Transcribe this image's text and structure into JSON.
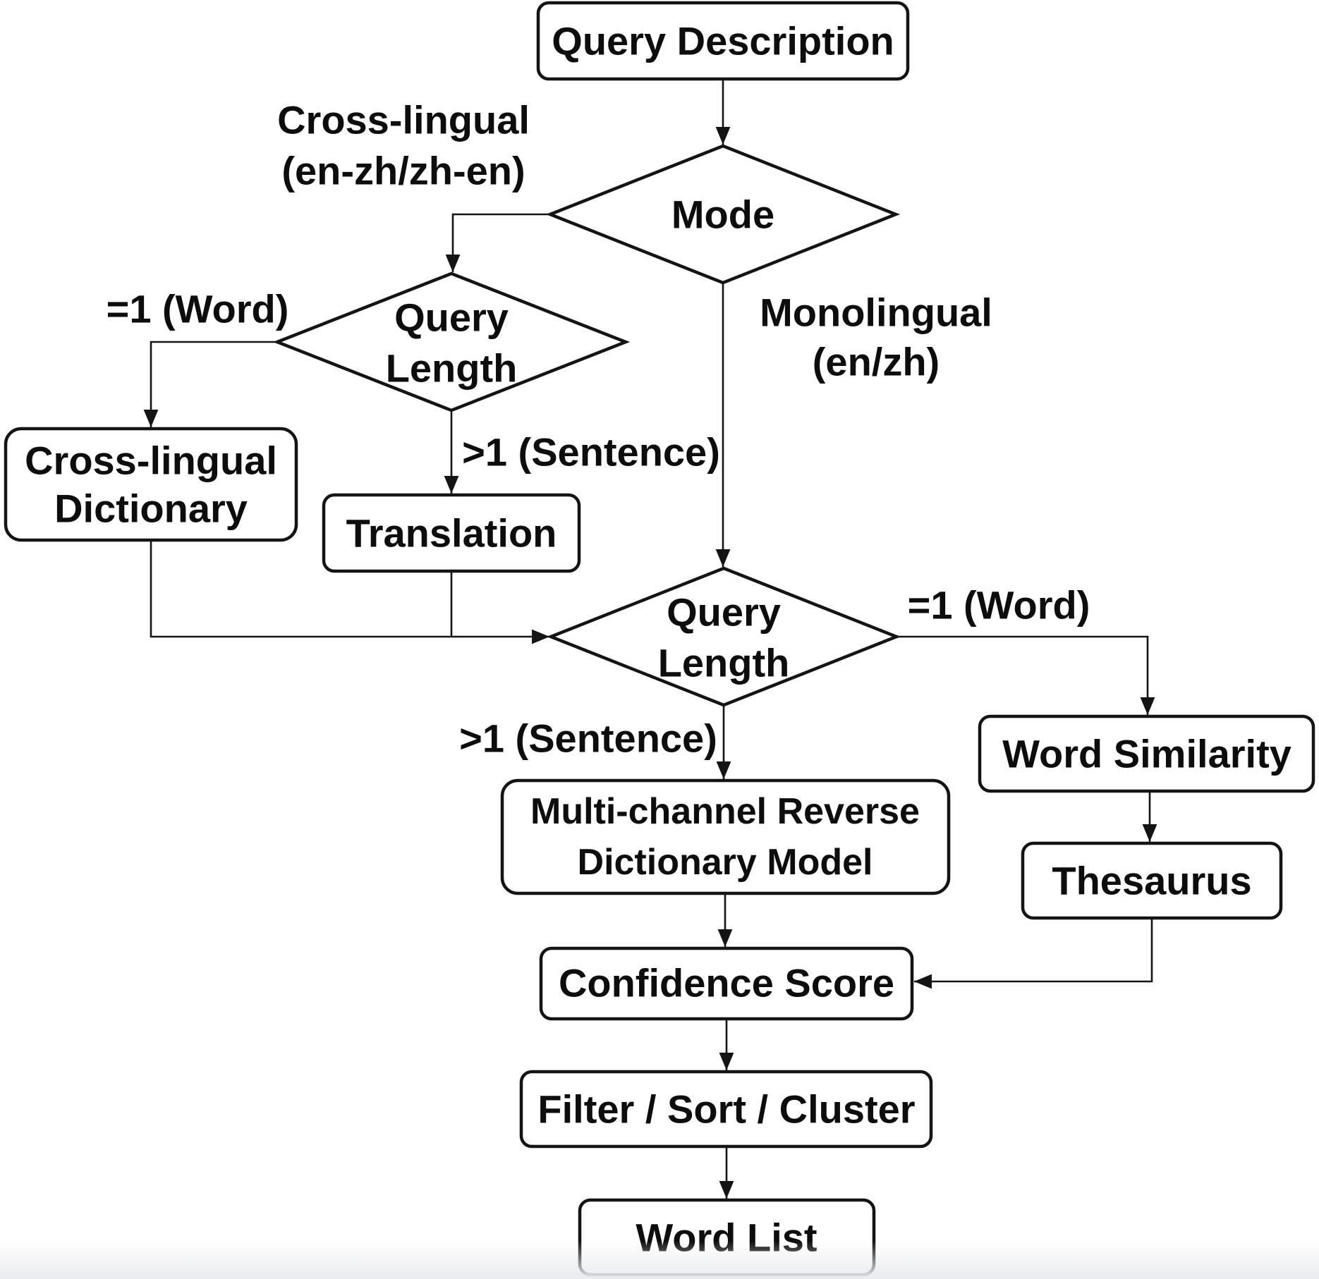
{
  "colors": {
    "background": "#ffffff",
    "line": "#141414",
    "node_fill": "#ffffff",
    "text": "#0d0d0d"
  },
  "nodes": {
    "query_description": {
      "label": "Query Description",
      "shape": "rounded-rect"
    },
    "mode": {
      "label": "Mode",
      "shape": "diamond"
    },
    "query_length_cross": {
      "line1": "Query",
      "line2": "Length",
      "shape": "diamond"
    },
    "cross_lingual_dictionary": {
      "line1": "Cross-lingual",
      "line2": "Dictionary",
      "shape": "rounded-rect"
    },
    "translation": {
      "label": "Translation",
      "shape": "rounded-rect"
    },
    "query_length_mono": {
      "line1": "Query",
      "line2": "Length",
      "shape": "diamond"
    },
    "word_similarity": {
      "label": "Word Similarity",
      "shape": "rounded-rect"
    },
    "thesaurus": {
      "label": "Thesaurus",
      "shape": "rounded-rect"
    },
    "multi_channel_model": {
      "line1": "Multi-channel Reverse",
      "line2": "Dictionary Model",
      "shape": "rounded-rect"
    },
    "confidence_score": {
      "label": "Confidence Score",
      "shape": "rounded-rect"
    },
    "filter_sort_cluster": {
      "label": "Filter / Sort / Cluster",
      "shape": "rounded-rect"
    },
    "word_list": {
      "label": "Word List",
      "shape": "rounded-rect"
    }
  },
  "edge_labels": {
    "cross_lingual_line1": "Cross-lingual",
    "cross_lingual_line2": "(en-zh/zh-en)",
    "monolingual_line1": "Monolingual",
    "monolingual_line2": "(en/zh)",
    "word_eq1_left": "=1 (Word)",
    "sentence_gt1_left": ">1 (Sentence)",
    "word_eq1_right": "=1 (Word)",
    "sentence_gt1_right": ">1 (Sentence)"
  },
  "edges": [
    {
      "from": "query_description",
      "to": "mode",
      "label": ""
    },
    {
      "from": "mode",
      "to": "query_length_cross",
      "label": "Cross-lingual (en-zh/zh-en)"
    },
    {
      "from": "mode",
      "to": "query_length_mono",
      "label": "Monolingual (en/zh)"
    },
    {
      "from": "query_length_cross",
      "to": "cross_lingual_dictionary",
      "label": "=1 (Word)"
    },
    {
      "from": "query_length_cross",
      "to": "translation",
      "label": ">1 (Sentence)"
    },
    {
      "from": "cross_lingual_dictionary",
      "to": "query_length_mono",
      "label": ""
    },
    {
      "from": "translation",
      "to": "query_length_mono",
      "label": ""
    },
    {
      "from": "query_length_mono",
      "to": "multi_channel_model",
      "label": ">1 (Sentence)"
    },
    {
      "from": "query_length_mono",
      "to": "word_similarity",
      "label": "=1 (Word)"
    },
    {
      "from": "word_similarity",
      "to": "thesaurus",
      "label": ""
    },
    {
      "from": "multi_channel_model",
      "to": "confidence_score",
      "label": ""
    },
    {
      "from": "thesaurus",
      "to": "confidence_score",
      "label": ""
    },
    {
      "from": "confidence_score",
      "to": "filter_sort_cluster",
      "label": ""
    },
    {
      "from": "filter_sort_cluster",
      "to": "word_list",
      "label": ""
    }
  ]
}
